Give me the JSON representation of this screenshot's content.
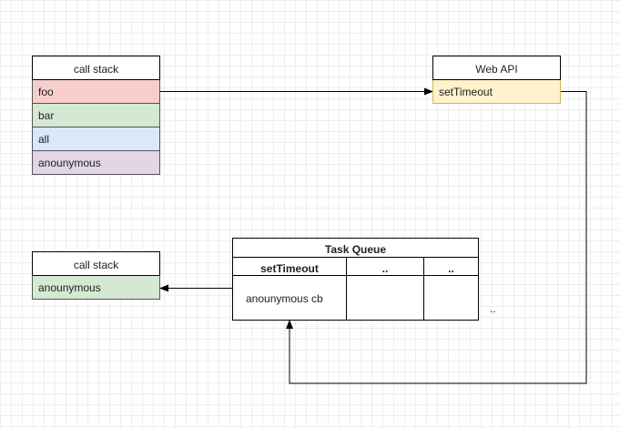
{
  "call_stack_top": {
    "title": "call stack",
    "frames": [
      {
        "label": "foo",
        "color": "#f8cecc"
      },
      {
        "label": "bar",
        "color": "#d5e8d4"
      },
      {
        "label": "all",
        "color": "#dae8fc"
      },
      {
        "label": "anounymous",
        "color": "#e1d5e7"
      }
    ]
  },
  "web_api": {
    "title": "Web API",
    "items": [
      {
        "label": "setTimeout",
        "color": "#fff2cc"
      }
    ]
  },
  "call_stack_bottom": {
    "title": "call stack",
    "frames": [
      {
        "label": "anounymous",
        "color": "#d5e8d4"
      }
    ]
  },
  "task_queue": {
    "title": "Task Queue",
    "headers": [
      "setTimeout",
      "..",
      ".."
    ],
    "cells": [
      "anounymous cb",
      "",
      ""
    ],
    "trailing": ".."
  },
  "colors": {
    "border": "#000000",
    "webapi_border": "#d6b656",
    "frame_border": "#555555"
  }
}
